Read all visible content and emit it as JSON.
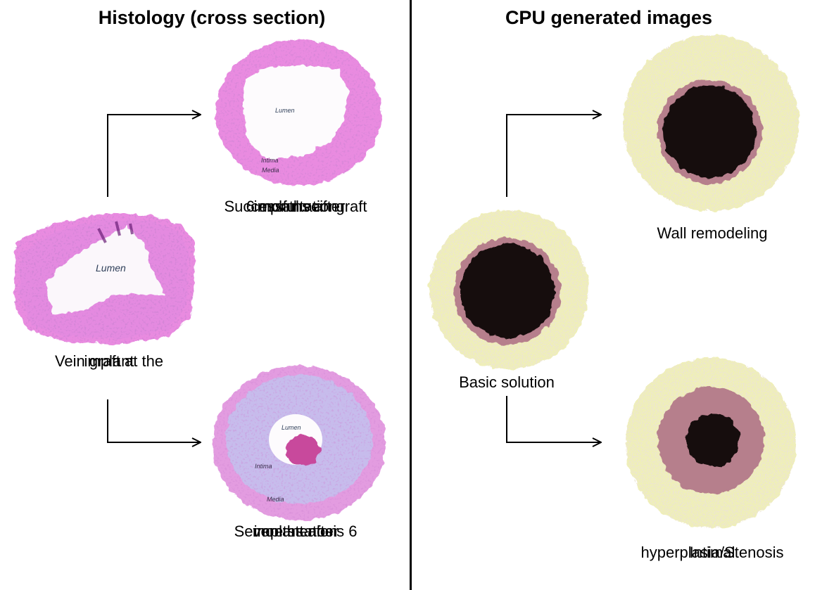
{
  "left_panel": {
    "title": "Histology (cross section)",
    "lumen_label": "Lumen",
    "intima_label": "Intima",
    "media_label": "Media",
    "captions": {
      "implant": [
        "Vein graft at the",
        "implant"
      ],
      "successful": [
        "Successful vein graft",
        "6 months after",
        "implantation"
      ],
      "stenosis": [
        "Severe stenosis 6",
        "months after",
        "implantation"
      ]
    }
  },
  "right_panel": {
    "title": "CPU generated images",
    "captions": {
      "basic": [
        "Basic solution"
      ],
      "remodeling": [
        "Wall remodeling"
      ],
      "stenosis": [
        "Intimal",
        "hyperplasia/Stenosis"
      ]
    }
  },
  "colors": {
    "outer_wall": "#efefb8",
    "outer_wall_speckle": "#d7c8a4",
    "intima": "#b67f8c",
    "lumen": "#170a0d",
    "tissue_pink": "#e98be0",
    "tissue_pink_dark": "#cf5cc6",
    "tissue_stenosis": "#c7bcec",
    "nuclei": "#9c3aa6"
  }
}
